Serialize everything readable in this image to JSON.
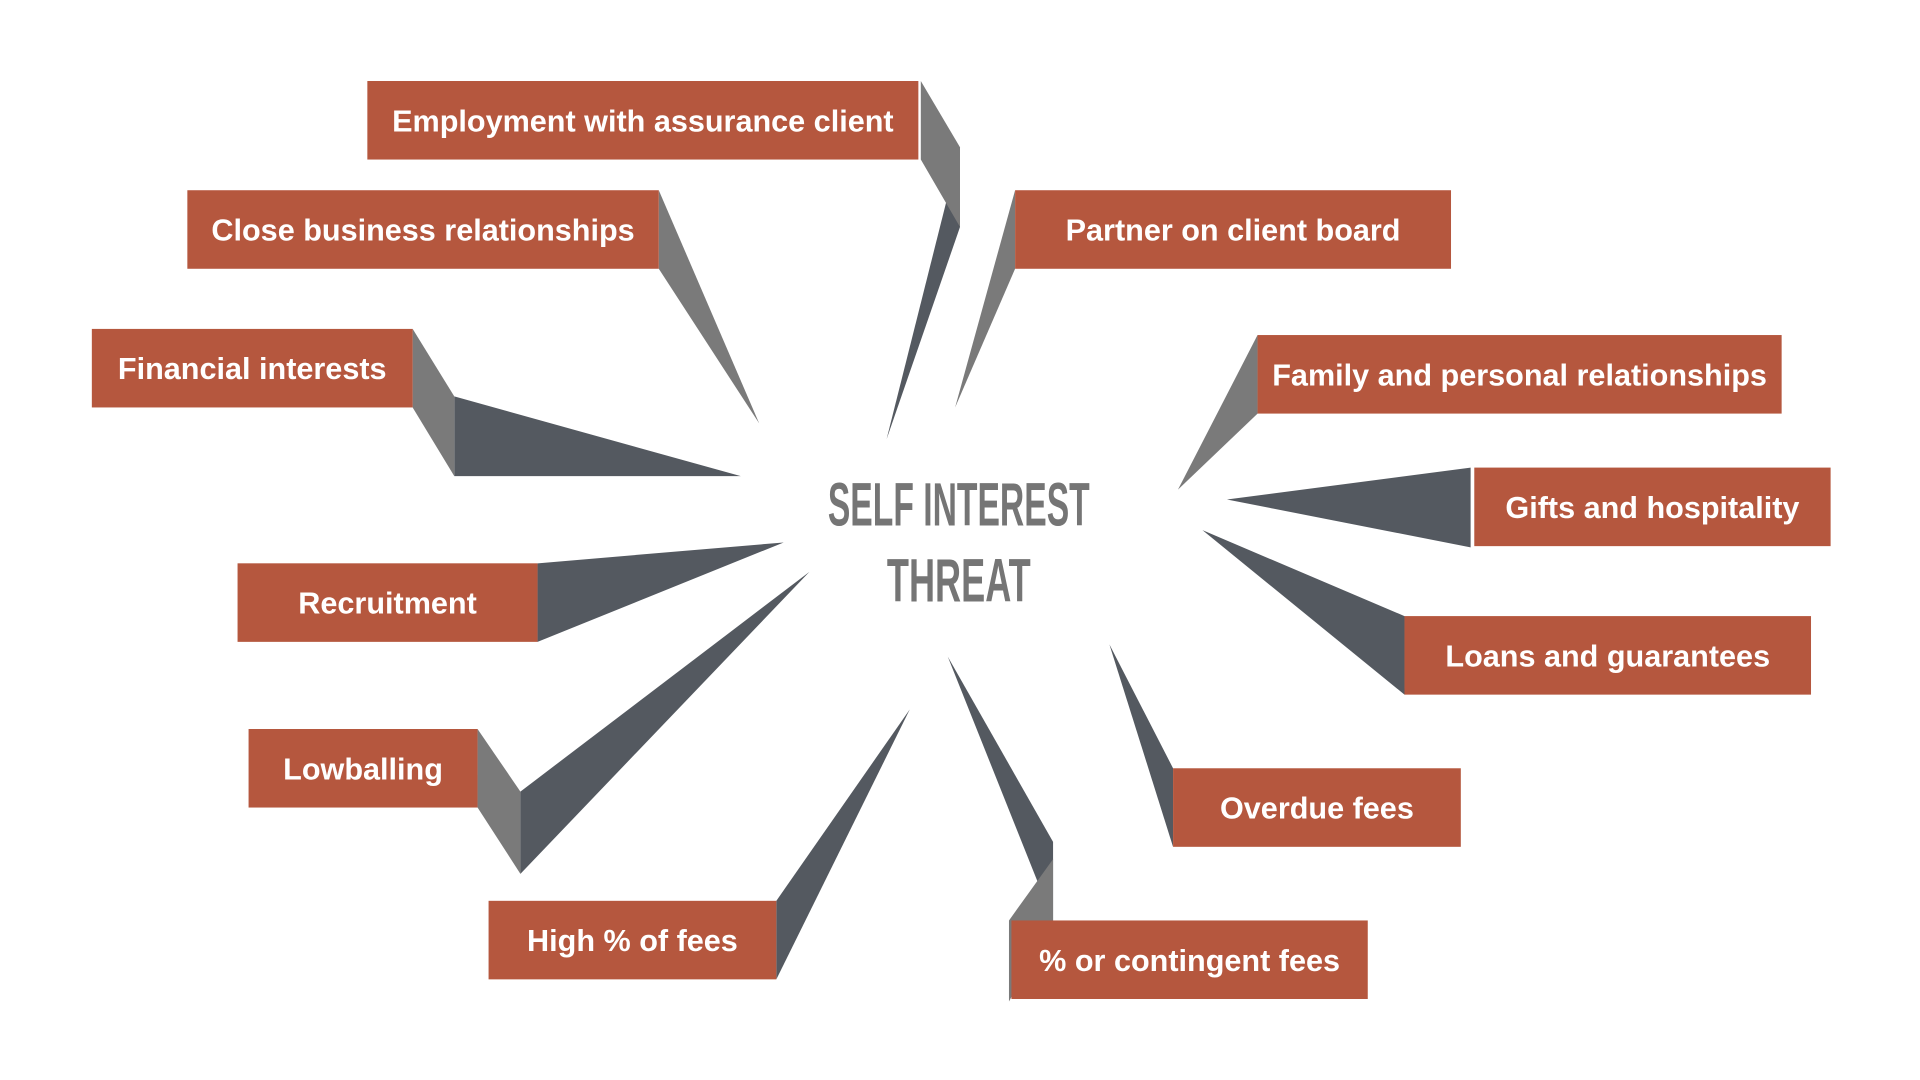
{
  "title": {
    "line1": "SELF INTEREST",
    "line2": "THREAT"
  },
  "colors": {
    "box": "#b5573e",
    "dark": "#545960",
    "light": "#7a7a7a",
    "title": "#757575"
  },
  "items": [
    {
      "label": "Employment with assurance client"
    },
    {
      "label": "Close business relationships"
    },
    {
      "label": "Financial interests"
    },
    {
      "label": "Recruitment"
    },
    {
      "label": "Lowballing"
    },
    {
      "label": "High % of fees"
    },
    {
      "label": "Partner on client board"
    },
    {
      "label": "Family and personal relationships"
    },
    {
      "label": "Gifts and hospitality"
    },
    {
      "label": "Loans and guarantees"
    },
    {
      "label": "Overdue fees"
    },
    {
      "label": "% or contingent fees"
    }
  ]
}
